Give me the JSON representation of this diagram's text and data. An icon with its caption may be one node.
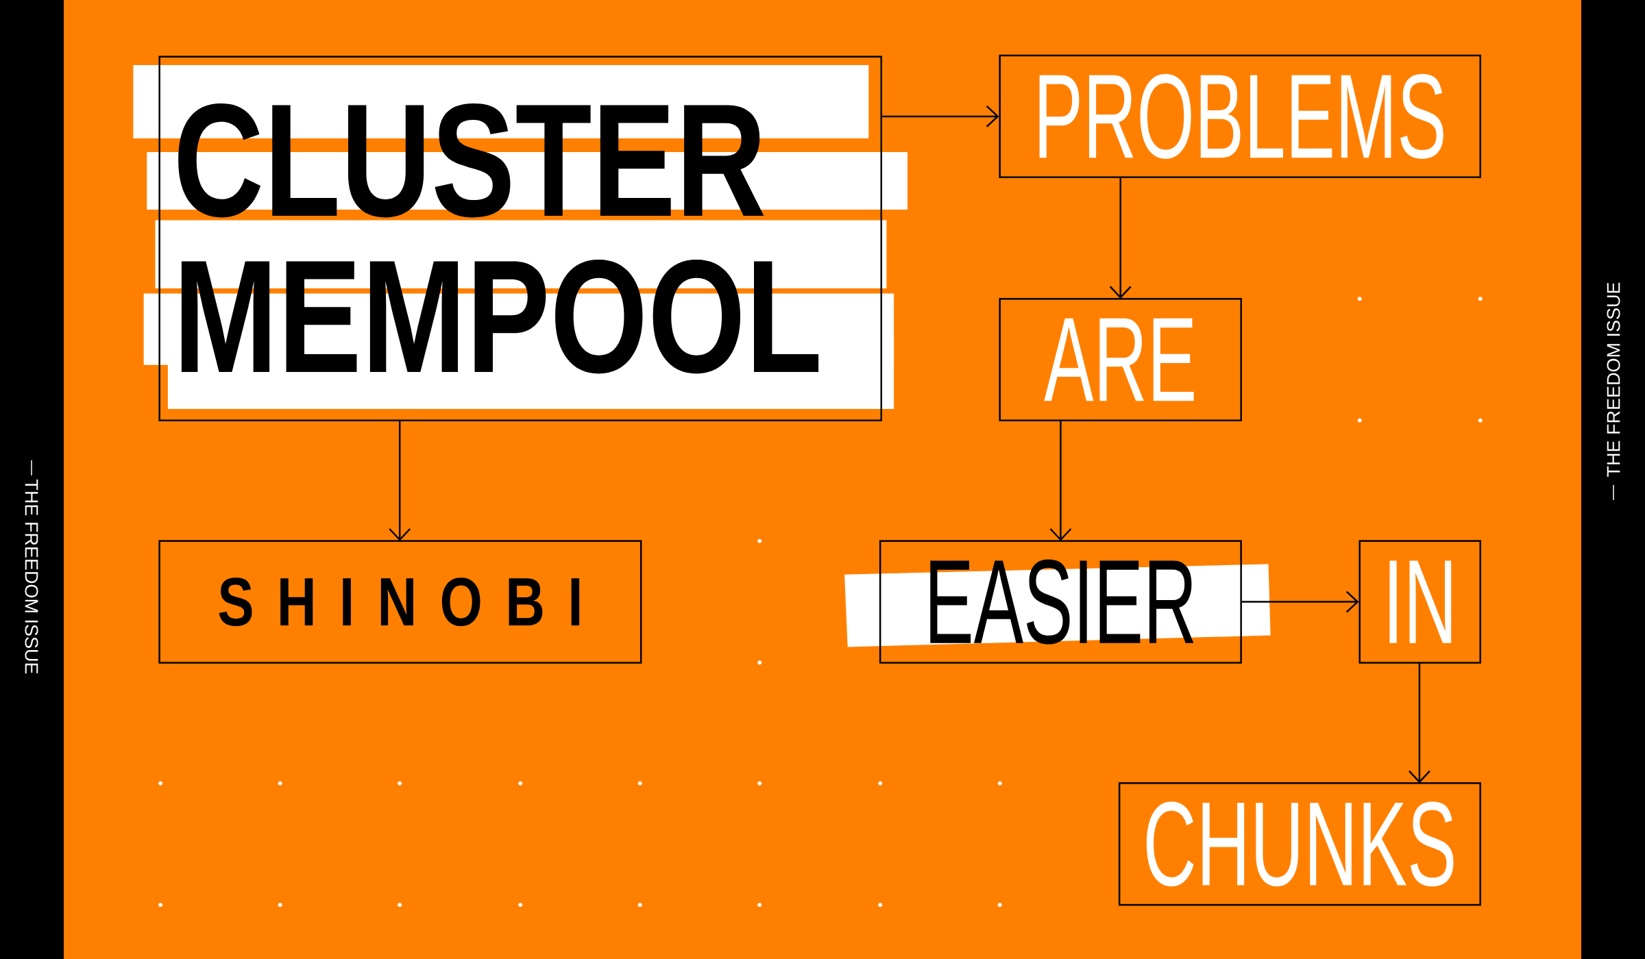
{
  "diagram": {
    "nodes": [
      {
        "text": [
          "CLUSTER MEMPOOL"
        ]
      },
      {
        "text": [
          "PROBLEMS"
        ]
      },
      {
        "text": [
          "ARE"
        ]
      },
      {
        "text": [
          "S H I N O B I"
        ]
      },
      {
        "text": [
          "EASIER"
        ]
      },
      {
        "text": [
          "IN"
        ]
      },
      {
        "text": [
          "CHUNKS"
        ]
      }
    ],
    "edges": [
      {
        "from": 0,
        "to": 1,
        "arrow": "to"
      },
      {
        "from": 1,
        "to": 2,
        "arrow": "to"
      },
      {
        "from": 0,
        "to": 3,
        "arrow": "to"
      },
      {
        "from": 2,
        "to": 4,
        "arrow": "to"
      },
      {
        "from": 4,
        "to": 5,
        "arrow": "to"
      },
      {
        "from": 5,
        "to": 6,
        "arrow": "to"
      }
    ],
    "labels": [
      "THE FREEDOM ISSUE",
      "THE FREEDOM ISSUE"
    ]
  }
}
